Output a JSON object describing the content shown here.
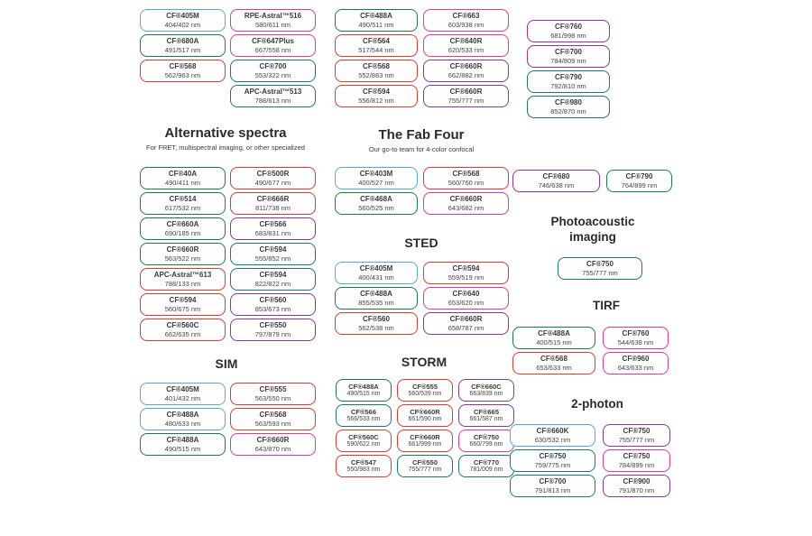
{
  "sections": {
    "alternative_spectra": {
      "title": "Alternative spectra",
      "subtitle": "For FRET, multispectral imaging, or other specialized"
    },
    "fab_four": {
      "title": "The Fab Four",
      "subtitle": "Our go-to team for 4-color confocal"
    },
    "sted": {
      "title": "STED"
    },
    "sim": {
      "title": "SIM"
    },
    "storm": {
      "title": "STORM"
    },
    "photoacoustic": {
      "title": "Photoacoustic imaging"
    },
    "tirf": {
      "title": "TIRF"
    },
    "two_photon": {
      "title": "2-photon"
    }
  },
  "colors": {
    "blue": "#55A8DF",
    "green": "#1E7A49",
    "red": "#E03A2D",
    "pink": "#E73790",
    "teal": "#187971",
    "purple": "#7C3D99",
    "magenta": "#9E2F93"
  },
  "groups": {
    "top1": [
      {
        "name": "CF®405M",
        "range": "404/402 nm",
        "color": "blue"
      },
      {
        "name": "CF®680A",
        "range": "491/517 nm",
        "color": "green"
      },
      {
        "name": "CF®568",
        "range": "562/963 nm",
        "color": "red"
      }
    ],
    "top2": [
      {
        "name": "RPE-Astral™516",
        "range": "580/611 nm",
        "color": "pink"
      },
      {
        "name": "CF®647Plus",
        "range": "667/558 nm",
        "color": "pink"
      },
      {
        "name": "CF®700",
        "range": "553/322 nm",
        "color": "teal"
      },
      {
        "name": "APC-Astral™513",
        "range": "788/613 nm",
        "color": "teal"
      }
    ],
    "top3": [
      {
        "name": "CF®488A",
        "range": "490/511 nm",
        "color": "green"
      },
      {
        "name": "CF®564",
        "range": "517/544 nm",
        "color": "red"
      },
      {
        "name": "CF®568",
        "range": "552/883 nm",
        "color": "red"
      },
      {
        "name": "CF®594",
        "range": "556/812 nm",
        "color": "red"
      }
    ],
    "top4": [
      {
        "name": "CF®663",
        "range": "603/938 nm",
        "color": "pink"
      },
      {
        "name": "CF®640R",
        "range": "620/533 nm",
        "color": "pink"
      },
      {
        "name": "CF®660R",
        "range": "662/882 nm",
        "color": "purple"
      },
      {
        "name": "CF®660R",
        "range": "755/777 nm",
        "color": "purple"
      }
    ],
    "top5": [
      {
        "name": "CF®760",
        "range": "681/998 nm",
        "color": "magenta"
      },
      {
        "name": "CF®700",
        "range": "784/809 nm",
        "color": "magenta"
      },
      {
        "name": "CF®790",
        "range": "792/810 nm",
        "color": "teal"
      },
      {
        "name": "CF®980",
        "range": "852/870 nm",
        "color": "teal"
      }
    ],
    "alt1": [
      {
        "name": "CF®40A",
        "range": "490/411 nm",
        "color": "green"
      },
      {
        "name": "CF®514",
        "range": "617/532 nm",
        "color": "green"
      },
      {
        "name": "CF®660A",
        "range": "690/185 nm",
        "color": "green"
      },
      {
        "name": "CF®660R",
        "range": "563/522 nm",
        "color": "green"
      },
      {
        "name": "APC-Astral™613",
        "range": "788/133 nm",
        "color": "red"
      },
      {
        "name": "CF®594",
        "range": "560/675 nm",
        "color": "red"
      },
      {
        "name": "CF®560C",
        "range": "662/635 nm",
        "color": "red"
      }
    ],
    "alt2": [
      {
        "name": "CF®500R",
        "range": "490/677 nm",
        "color": "red"
      },
      {
        "name": "CF®666R",
        "range": "811/738 nm",
        "color": "red"
      },
      {
        "name": "CF®566",
        "range": "683/831 nm",
        "color": "purple"
      },
      {
        "name": "CF®594",
        "range": "555/852 nm",
        "color": "teal"
      },
      {
        "name": "CF®594",
        "range": "822/822 nm",
        "color": "teal"
      },
      {
        "name": "CF®560",
        "range": "853/673 nm",
        "color": "purple"
      },
      {
        "name": "CF®550",
        "range": "797/879 nm",
        "color": "purple"
      }
    ],
    "fab1": [
      {
        "name": "CF®403M",
        "range": "400/527 nm",
        "color": "blue"
      },
      {
        "name": "CF®468A",
        "range": "560/525 nm",
        "color": "green"
      }
    ],
    "fab2": [
      {
        "name": "CF®568",
        "range": "560/760 nm",
        "color": "red"
      },
      {
        "name": "CF®660R",
        "range": "643/682 nm",
        "color": "pink"
      }
    ],
    "sted1": [
      {
        "name": "CF®405M",
        "range": "400/431 nm",
        "color": "blue"
      },
      {
        "name": "CF®488A",
        "range": "855/535 nm",
        "color": "green"
      },
      {
        "name": "CF®560",
        "range": "562/538 nm",
        "color": "red"
      }
    ],
    "sted2": [
      {
        "name": "CF®594",
        "range": "559/519 nm",
        "color": "red"
      },
      {
        "name": "CF®640",
        "range": "653/620 nm",
        "color": "pink"
      },
      {
        "name": "CF®660R",
        "range": "658/787 nm",
        "color": "purple"
      }
    ],
    "sim1": [
      {
        "name": "CF®405M",
        "range": "401/432 nm",
        "color": "blue"
      },
      {
        "name": "CF®488A",
        "range": "480/633 nm",
        "color": "blue"
      },
      {
        "name": "CF®488A",
        "range": "490/515 nm",
        "color": "green"
      }
    ],
    "sim2": [
      {
        "name": "CF®555",
        "range": "563/550 nm",
        "color": "red"
      },
      {
        "name": "CF®568",
        "range": "563/593 nm",
        "color": "red"
      },
      {
        "name": "CF®660R",
        "range": "643/870 nm",
        "color": "pink"
      }
    ],
    "storm1": [
      {
        "name": "CF®488A",
        "range": "490/515 nm",
        "color": "green"
      },
      {
        "name": "CF®566",
        "range": "566/533 nm",
        "color": "teal"
      },
      {
        "name": "CF®560C",
        "range": "590/622 nm",
        "color": "red"
      },
      {
        "name": "CF®547",
        "range": "550/983 nm",
        "color": "red"
      }
    ],
    "storm2": [
      {
        "name": "CF®555",
        "range": "560/539 nm",
        "color": "red"
      },
      {
        "name": "CF®660R",
        "range": "661/590 nm",
        "color": "red"
      },
      {
        "name": "CF®660R",
        "range": "661/999 nm",
        "color": "red"
      },
      {
        "name": "CF®550",
        "range": "755/777 nm",
        "color": "teal"
      }
    ],
    "storm3": [
      {
        "name": "CF®660C",
        "range": "663/839 nm",
        "color": "purple"
      },
      {
        "name": "CF®665",
        "range": "661/587 nm",
        "color": "purple"
      },
      {
        "name": "CF®750",
        "range": "660/799 nm",
        "color": "pink"
      },
      {
        "name": "CF®770",
        "range": "781/009 nm",
        "color": "teal"
      }
    ],
    "nearir1": [
      {
        "name": "CF®680",
        "range": "746/638 nm",
        "color": "magenta"
      }
    ],
    "nearir2": [
      {
        "name": "CF®790",
        "range": "764/899 nm",
        "color": "teal"
      }
    ],
    "photo1": [
      {
        "name": "CF®750",
        "range": "755/777 nm",
        "color": "teal"
      }
    ],
    "tirf1": [
      {
        "name": "CF®488A",
        "range": "400/515 nm",
        "color": "green"
      },
      {
        "name": "CF®568",
        "range": "653/633 nm",
        "color": "red"
      }
    ],
    "tirf2": [
      {
        "name": "CF®760",
        "range": "544/638 nm",
        "color": "pink"
      },
      {
        "name": "CF®960",
        "range": "643/633 nm",
        "color": "pink"
      }
    ],
    "twop1": [
      {
        "name": "CF®660K",
        "range": "630/532 nm",
        "color": "blue"
      },
      {
        "name": "CF®750",
        "range": "759/775 nm",
        "color": "teal"
      },
      {
        "name": "CF®700",
        "range": "791/813 nm",
        "color": "teal"
      }
    ],
    "twop2": [
      {
        "name": "CF®750",
        "range": "755/777 nm",
        "color": "purple"
      },
      {
        "name": "CF®750",
        "range": "784/899 nm",
        "color": "pink"
      },
      {
        "name": "CF®900",
        "range": "791/870 nm",
        "color": "purple"
      }
    ]
  }
}
